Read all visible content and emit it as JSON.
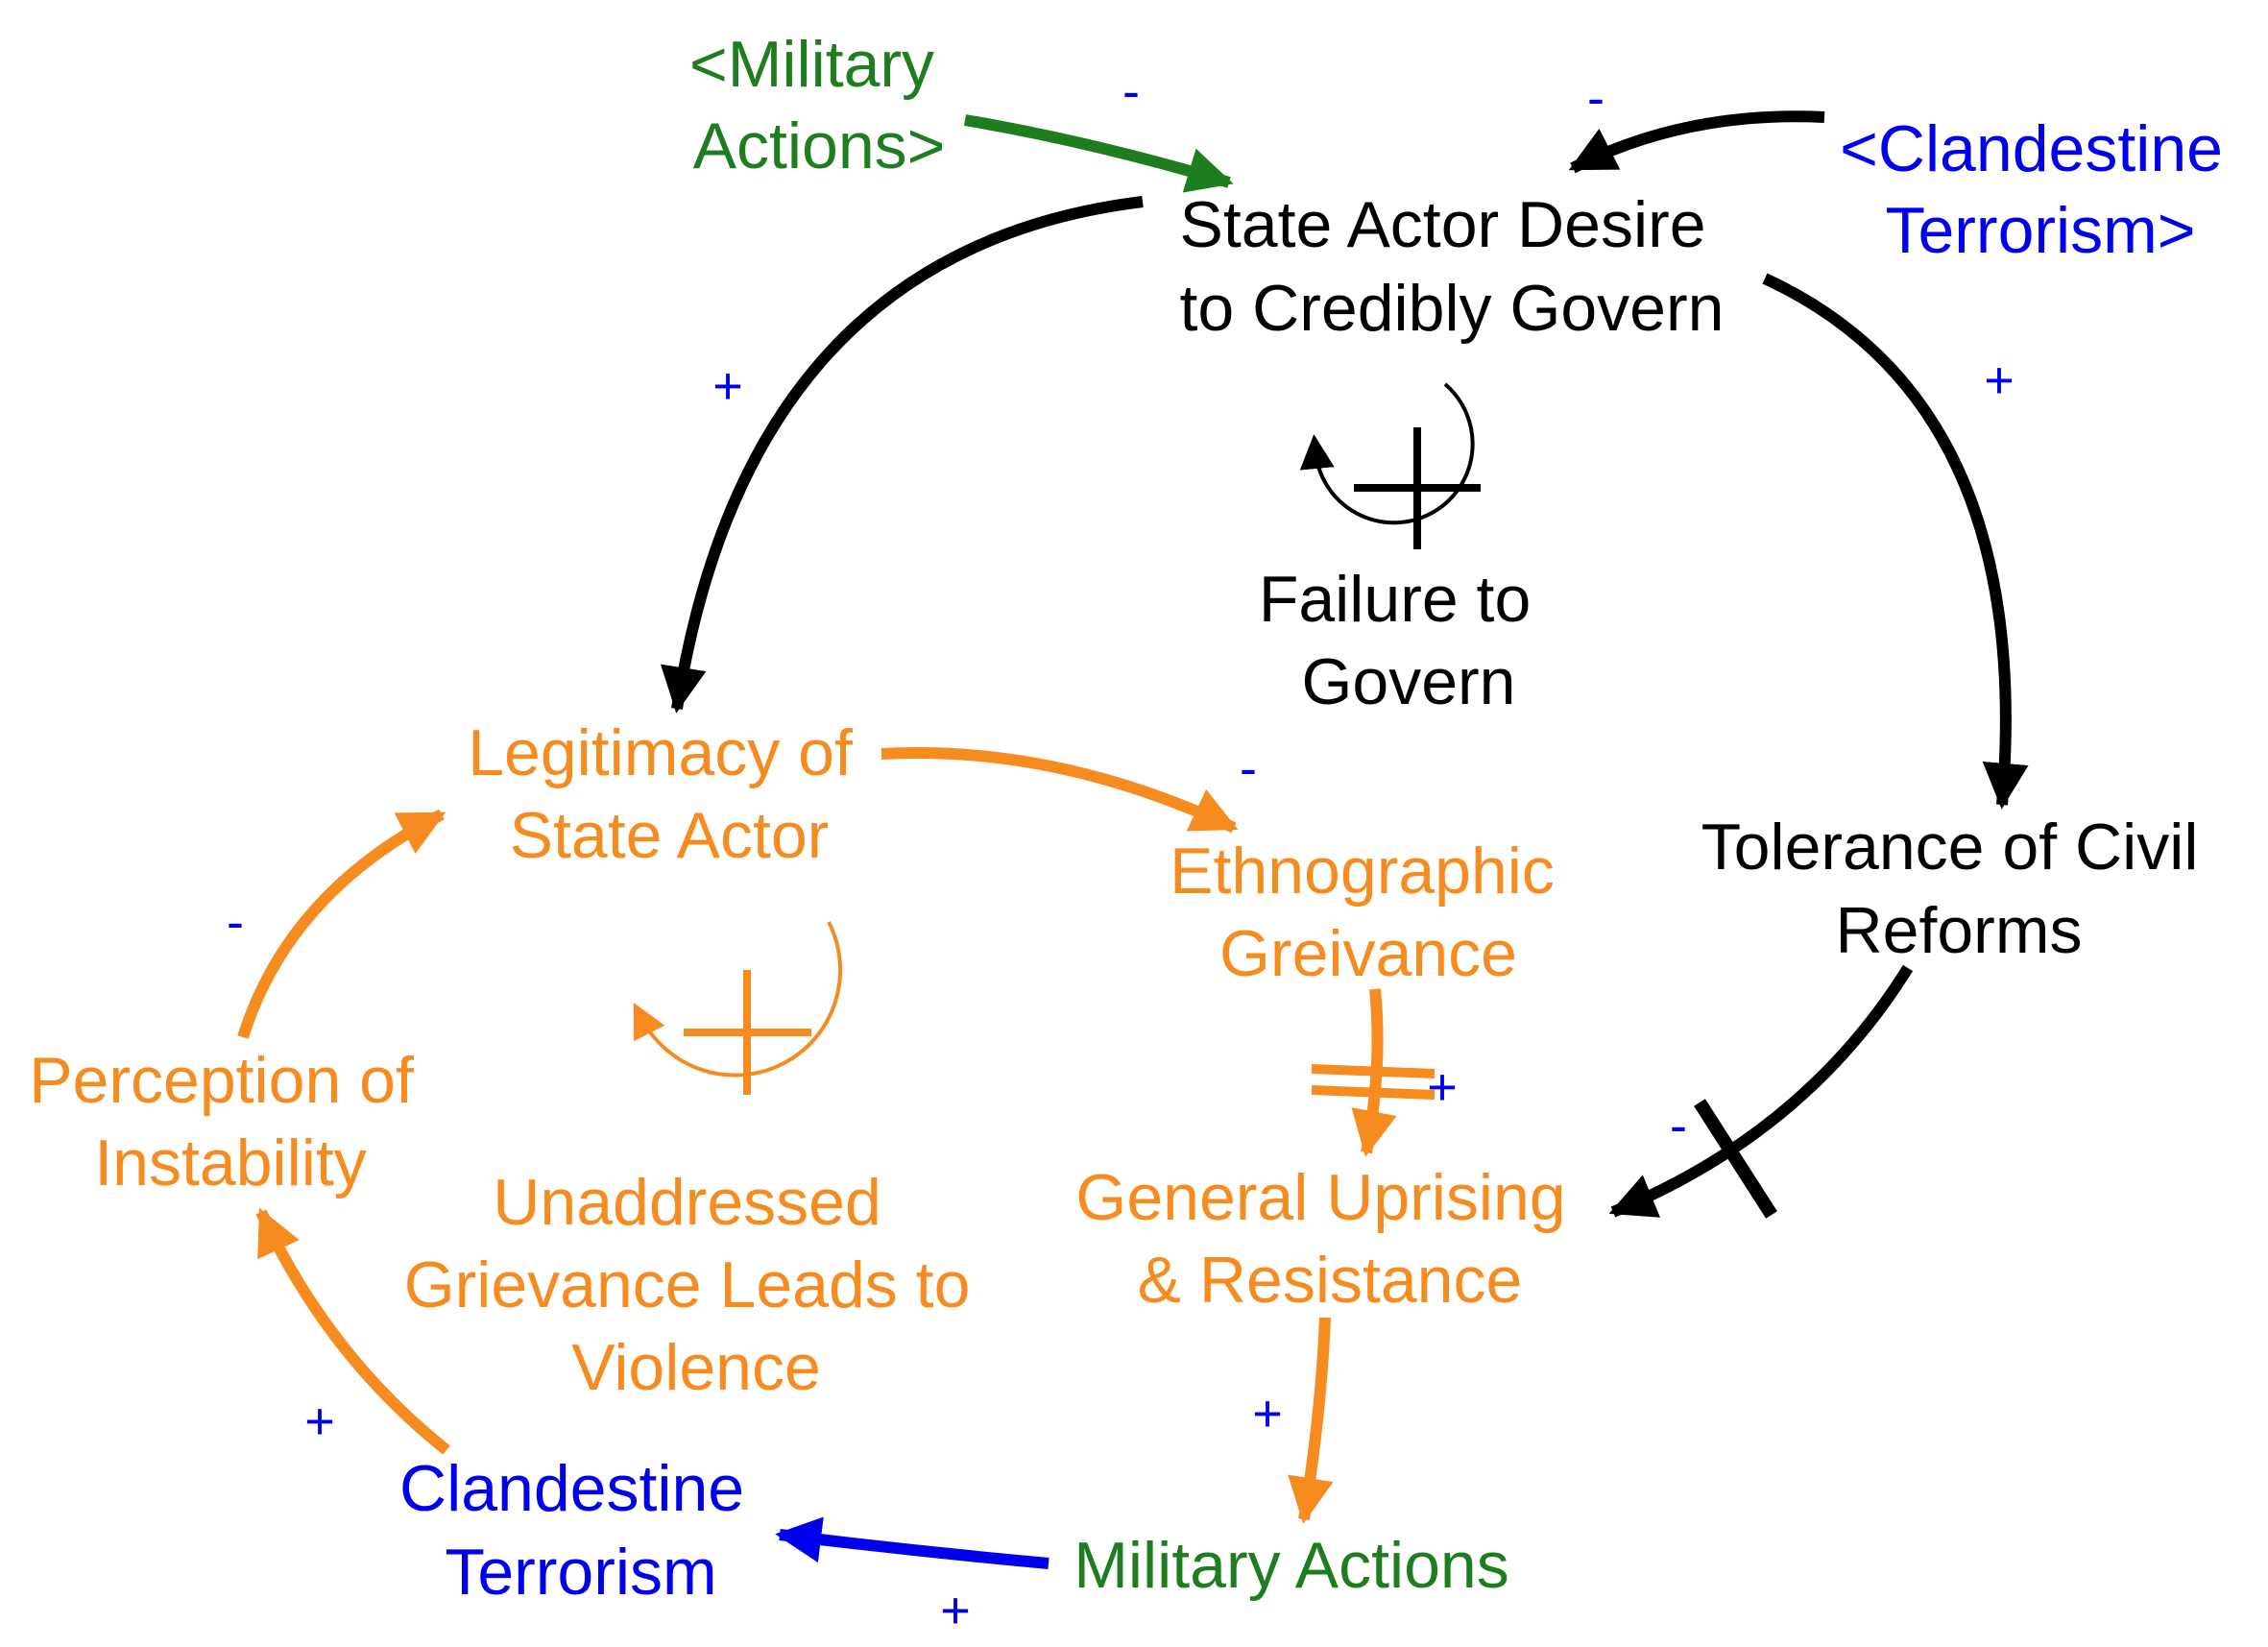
{
  "colors": {
    "black": "#000000",
    "orange": "#f68b1f",
    "green": "#1e7d1e",
    "blue": "#0000ee"
  },
  "nodes": {
    "military_actions_shadow": {
      "lines": [
        "<Military",
        "Actions>"
      ],
      "color": "green"
    },
    "clandestine_terrorism_shadow": {
      "lines": [
        "<Clandestine",
        "Terrorism>"
      ],
      "color": "blue"
    },
    "state_actor_desire": {
      "lines": [
        "State Actor Desire",
        "to Credibly Govern"
      ],
      "color": "black"
    },
    "tolerance_civil_reforms": {
      "lines": [
        "Tolerance of Civil",
        "Reforms"
      ],
      "color": "black"
    },
    "legitimacy_state_actor": {
      "lines": [
        "Legitimacy of",
        "State Actor"
      ],
      "color": "orange"
    },
    "ethnographic_grievance": {
      "lines": [
        "Ethnographic",
        "Greivance"
      ],
      "color": "orange"
    },
    "general_uprising": {
      "lines": [
        "General Uprising",
        "& Resistance"
      ],
      "color": "orange"
    },
    "perception_instability": {
      "lines": [
        "Perception of",
        "Instability"
      ],
      "color": "orange"
    },
    "clandestine_terrorism": {
      "lines": [
        "Clandestine",
        "Terrorism"
      ],
      "color": "blue"
    },
    "military_actions": {
      "lines": [
        "Military Actions"
      ],
      "color": "green"
    }
  },
  "loops": {
    "failure_to_govern": {
      "lines": [
        "Failure to",
        "Govern"
      ],
      "symbol": "+",
      "color": "black"
    },
    "unaddressed_grievance": {
      "lines": [
        "Unaddressed",
        "Grievance Leads to",
        "Violence"
      ],
      "symbol": "+",
      "color": "orange"
    }
  },
  "links": [
    {
      "from": "military_actions_shadow",
      "to": "state_actor_desire",
      "polarity": "-",
      "color": "green"
    },
    {
      "from": "clandestine_terrorism_shadow",
      "to": "state_actor_desire",
      "polarity": "-",
      "color": "black"
    },
    {
      "from": "state_actor_desire",
      "to": "legitimacy_state_actor",
      "polarity": "+",
      "color": "black"
    },
    {
      "from": "state_actor_desire",
      "to": "tolerance_civil_reforms",
      "polarity": "+",
      "color": "black"
    },
    {
      "from": "tolerance_civil_reforms",
      "to": "general_uprising",
      "polarity": "-",
      "color": "black",
      "delay": true
    },
    {
      "from": "legitimacy_state_actor",
      "to": "ethnographic_grievance",
      "polarity": "-",
      "color": "orange"
    },
    {
      "from": "ethnographic_grievance",
      "to": "general_uprising",
      "polarity": "+",
      "color": "orange",
      "delay": true
    },
    {
      "from": "general_uprising",
      "to": "military_actions",
      "polarity": "+",
      "color": "orange"
    },
    {
      "from": "military_actions",
      "to": "clandestine_terrorism",
      "polarity": "+",
      "color": "blue"
    },
    {
      "from": "clandestine_terrorism",
      "to": "perception_instability",
      "polarity": "+",
      "color": "orange"
    },
    {
      "from": "perception_instability",
      "to": "legitimacy_state_actor",
      "polarity": "-",
      "color": "orange"
    }
  ]
}
